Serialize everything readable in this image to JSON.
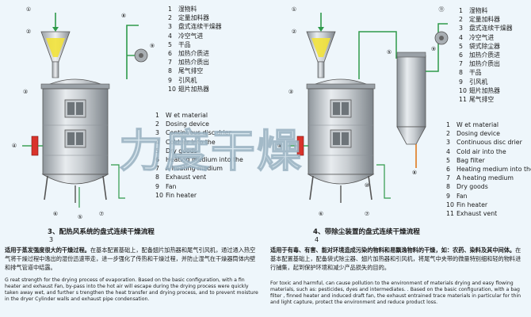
{
  "watermark": "力度干燥",
  "left": {
    "parts_zh": [
      {
        "n": "1",
        "t": "湿物料"
      },
      {
        "n": "2",
        "t": "定量加料器"
      },
      {
        "n": "3",
        "t": "盘式连续干燥器"
      },
      {
        "n": "4",
        "t": "冷空气进"
      },
      {
        "n": "5",
        "t": "干品"
      },
      {
        "n": "6",
        "t": "加热介质进"
      },
      {
        "n": "7",
        "t": "加热介质出"
      },
      {
        "n": "8",
        "t": "尾气排空"
      },
      {
        "n": "9",
        "t": "引风机"
      },
      {
        "n": "10",
        "t": "翅片加热器"
      }
    ],
    "parts_en": [
      {
        "n": "1",
        "t": "W et material"
      },
      {
        "n": "2",
        "t": "Dosing device"
      },
      {
        "n": "3",
        "t": "Continuous disc drier"
      },
      {
        "n": "4",
        "t": "Cold air into the"
      },
      {
        "n": "5",
        "t": "Dry goods"
      },
      {
        "n": "6",
        "t": "Heating medium into the"
      },
      {
        "n": "7",
        "t": "A heating medium"
      },
      {
        "n": "8",
        "t": "Exhaust vent"
      },
      {
        "n": "9",
        "t": "Fan"
      },
      {
        "n": "10",
        "t": "Fin heater"
      }
    ],
    "callouts": [
      "①",
      "②",
      "③",
      "④",
      "⑤",
      "⑥",
      "⑦",
      "⑧",
      "⑨"
    ],
    "title": "3、配热风系统的盘式连续干燥流程",
    "subtitle": "3",
    "desc_zh_bold": "适用于蒸发强度很大的干燥过程。",
    "desc_zh": "在基本配置基础上，配备翅片加热器和尾气引风机，通过通入热空气将干燥过程中逸出的湿份迅速带走，进一步强化了传热和干燥过程，并防止湿气在干燥器筒体内壁和排气管道中结露。",
    "desc_en": "G reat strength for the drying process of evaporation. Based on the basic configuration, with a fin heater and exhaust Fan, by-pass into the hot air will escape during the drying process were quickly taken away wet, and further s trengthen the heat transfer and drying process, and to prevent moisture in the dryer Cylinder walls and exhaust pipe condensation."
  },
  "right": {
    "parts_zh": [
      {
        "n": "1",
        "t": "湿物料"
      },
      {
        "n": "2",
        "t": "定量加料器"
      },
      {
        "n": "3",
        "t": "盘式连续干燥器"
      },
      {
        "n": "4",
        "t": "冷空气进"
      },
      {
        "n": "5",
        "t": "袋式除尘器"
      },
      {
        "n": "6",
        "t": "加热介质进"
      },
      {
        "n": "7",
        "t": "加热介质出"
      },
      {
        "n": "8",
        "t": "干品"
      },
      {
        "n": "9",
        "t": "引风机"
      },
      {
        "n": "10",
        "t": "翅片加热器"
      },
      {
        "n": "11",
        "t": "尾气排空"
      }
    ],
    "parts_en": [
      {
        "n": "1",
        "t": "W et material"
      },
      {
        "n": "2",
        "t": "Dosing device"
      },
      {
        "n": "3",
        "t": "Continuous disc drier"
      },
      {
        "n": "4",
        "t": "Cold air into the"
      },
      {
        "n": "5",
        "t": "Bag filter"
      },
      {
        "n": "6",
        "t": "Heating medium into the"
      },
      {
        "n": "7",
        "t": "A heating medium"
      },
      {
        "n": "8",
        "t": "Dry goods"
      },
      {
        "n": "9",
        "t": "Fan"
      },
      {
        "n": "10",
        "t": "Fin heater"
      },
      {
        "n": "11",
        "t": "Exhaust vent"
      }
    ],
    "callouts": [
      "①",
      "②",
      "③",
      "④",
      "⑤",
      "⑥",
      "⑦",
      "⑧",
      "⑨",
      "⑩",
      "⑪"
    ],
    "title": "4、带除尘装置的盘式连续干燥流程",
    "subtitle": "4",
    "desc_zh_bold": "适用于有毒、有害、能对环境造成污染的物料和易飘逸物料的干燥，如：农药、染料及其中间体。",
    "desc_zh": "在基本配置基础上，配备袋式除尘器、翅片加热器和引风机，将尾气中夹带的微量特别细和轻的物料进行捕集，起到保护环境和减少产品损失的目的。",
    "desc_en": "For toxic and harmful, can cause pollution to the environment of materials drying and easy flowing materials, such as: pesticides, dyes and intermediates. . Based on the basic configuration, with a bag filter , finned heater and induced draft fan, the exhaust entrained trace materials in particular for thin and light capture, protect the environment and reduce product loss."
  }
}
